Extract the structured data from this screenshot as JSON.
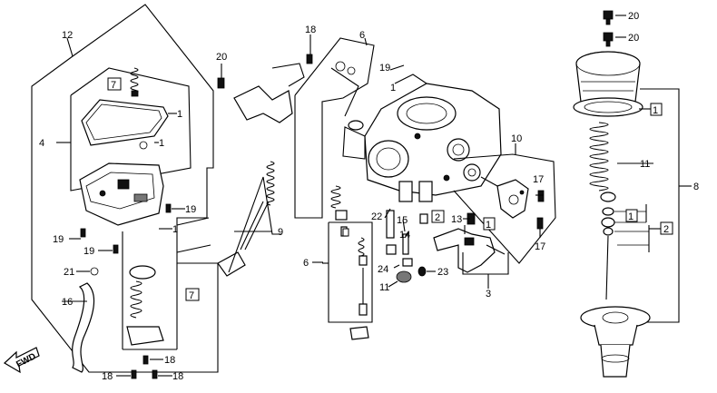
{
  "labels": {
    "n1": "1",
    "n2": "2",
    "n3": "3",
    "n4": "4",
    "n6": "6",
    "n7": "7",
    "n8": "8",
    "n9": "9",
    "n10": "10",
    "n11": "11",
    "n12": "12",
    "n13": "13",
    "n14": "14",
    "n15": "15",
    "n16": "16",
    "n17": "17",
    "n18": "18",
    "n19": "19",
    "n20": "20",
    "n21": "21",
    "n22": "22",
    "n23": "23",
    "n24": "24"
  },
  "fwd": "FWD"
}
